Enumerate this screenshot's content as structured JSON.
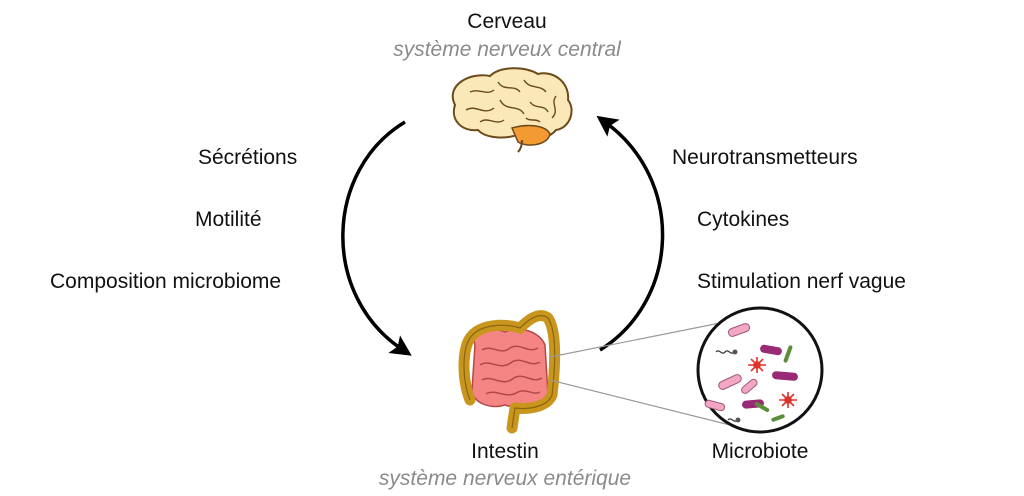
{
  "brain": {
    "title": "Cerveau",
    "subtitle": "système nerveux central"
  },
  "gut": {
    "title": "Intestin",
    "subtitle": "système nerveux entérique"
  },
  "microbiota": {
    "label": "Microbiote"
  },
  "left_arrow_labels": [
    "Sécrétions",
    "Motilité",
    "Composition microbiome"
  ],
  "right_arrow_labels": [
    "Neurotransmetteurs",
    "Cytokines",
    "Stimulation nerf vague"
  ],
  "colors": {
    "brain_fill": "#fbe8b8",
    "cerebellum": "#f39a33",
    "gut_inner": "#f58585",
    "colon": "#d4a22a",
    "subtitle_grey": "#8a8a8a",
    "bacteria_pink": "#f4a7c5",
    "bacteria_purple": "#9b2a76",
    "bacteria_green": "#5c8d3a",
    "virus_red": "#e0312b"
  }
}
